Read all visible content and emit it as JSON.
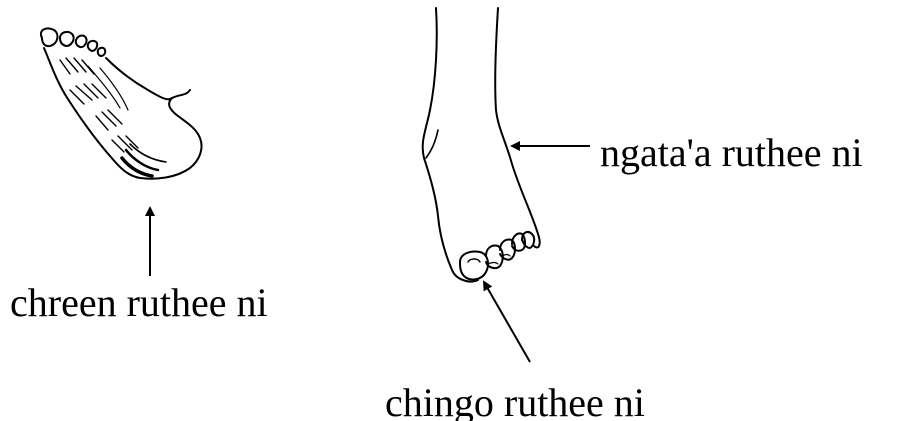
{
  "labels": {
    "sole": "chreen ruthee ni",
    "top_of_foot": "ngata'a ruthee ni",
    "toe": "chingo ruthee ni"
  },
  "colors": {
    "ink": "#000000",
    "background": "#ffffff"
  }
}
